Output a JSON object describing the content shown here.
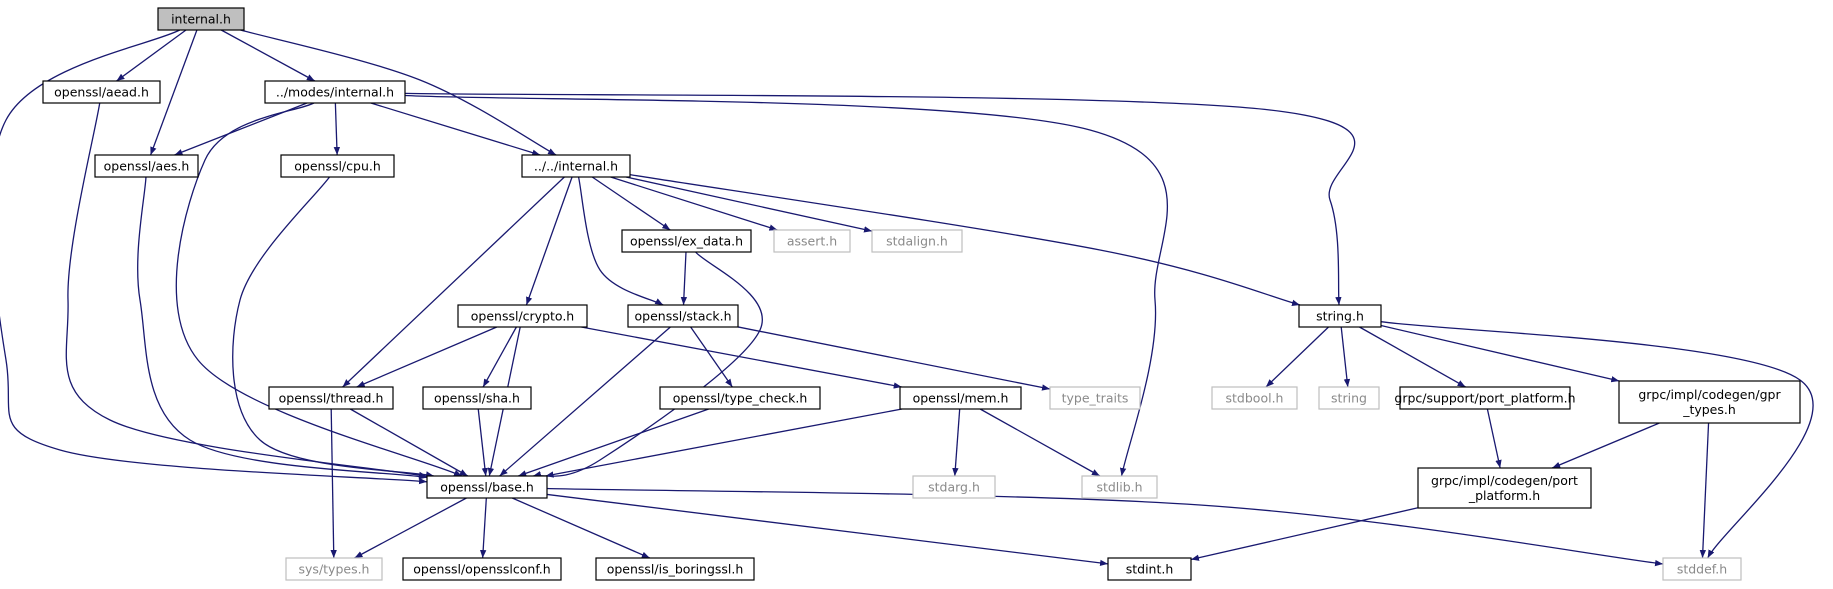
{
  "graph": {
    "nodes": [
      {
        "id": "internal_h",
        "label": "internal.h",
        "kind": "root"
      },
      {
        "id": "aead",
        "label": "openssl/aead.h",
        "kind": "file"
      },
      {
        "id": "modes_internal",
        "label": "../modes/internal.h",
        "kind": "file"
      },
      {
        "id": "aes",
        "label": "openssl/aes.h",
        "kind": "file"
      },
      {
        "id": "cpu",
        "label": "openssl/cpu.h",
        "kind": "file"
      },
      {
        "id": "up_internal",
        "label": "../../internal.h",
        "kind": "file"
      },
      {
        "id": "ex_data",
        "label": "openssl/ex_data.h",
        "kind": "file"
      },
      {
        "id": "assert",
        "label": "assert.h",
        "kind": "missing"
      },
      {
        "id": "stdalign",
        "label": "stdalign.h",
        "kind": "missing"
      },
      {
        "id": "string_h",
        "label": "string.h",
        "kind": "file"
      },
      {
        "id": "crypto",
        "label": "openssl/crypto.h",
        "kind": "file"
      },
      {
        "id": "stack",
        "label": "openssl/stack.h",
        "kind": "file"
      },
      {
        "id": "thread",
        "label": "openssl/thread.h",
        "kind": "file"
      },
      {
        "id": "sha",
        "label": "openssl/sha.h",
        "kind": "file"
      },
      {
        "id": "type_check",
        "label": "openssl/type_check.h",
        "kind": "file"
      },
      {
        "id": "mem",
        "label": "openssl/mem.h",
        "kind": "file"
      },
      {
        "id": "type_traits",
        "label": "type_traits",
        "kind": "missing"
      },
      {
        "id": "stdbool",
        "label": "stdbool.h",
        "kind": "missing"
      },
      {
        "id": "string",
        "label": "string",
        "kind": "missing"
      },
      {
        "id": "port_platform",
        "label": "grpc/support/port_platform.h",
        "kind": "file"
      },
      {
        "id": "gpr_types",
        "label": [
          "grpc/impl/codegen/gpr",
          "_types.h"
        ],
        "kind": "file"
      },
      {
        "id": "base",
        "label": "openssl/base.h",
        "kind": "file"
      },
      {
        "id": "stdarg",
        "label": "stdarg.h",
        "kind": "missing"
      },
      {
        "id": "stdlib",
        "label": "stdlib.h",
        "kind": "missing"
      },
      {
        "id": "codegen_port",
        "label": [
          "grpc/impl/codegen/port",
          "_platform.h"
        ],
        "kind": "file"
      },
      {
        "id": "sys_types",
        "label": "sys/types.h",
        "kind": "missing"
      },
      {
        "id": "opensslconf",
        "label": "openssl/opensslconf.h",
        "kind": "file"
      },
      {
        "id": "is_boringssl",
        "label": "openssl/is_boringssl.h",
        "kind": "file"
      },
      {
        "id": "stdint",
        "label": "stdint.h",
        "kind": "file"
      },
      {
        "id": "stddef",
        "label": "stddef.h",
        "kind": "missing"
      }
    ],
    "edges": [
      [
        "internal_h",
        "aead"
      ],
      [
        "internal_h",
        "modes_internal"
      ],
      [
        "internal_h",
        "aes"
      ],
      [
        "internal_h",
        "up_internal"
      ],
      [
        "internal_h",
        "base"
      ],
      [
        "aead",
        "base"
      ],
      [
        "modes_internal",
        "aes"
      ],
      [
        "modes_internal",
        "cpu"
      ],
      [
        "modes_internal",
        "up_internal"
      ],
      [
        "modes_internal",
        "string_h"
      ],
      [
        "modes_internal",
        "stdlib"
      ],
      [
        "modes_internal",
        "base"
      ],
      [
        "aes",
        "base"
      ],
      [
        "cpu",
        "base"
      ],
      [
        "up_internal",
        "ex_data"
      ],
      [
        "up_internal",
        "assert"
      ],
      [
        "up_internal",
        "stdalign"
      ],
      [
        "up_internal",
        "string_h"
      ],
      [
        "up_internal",
        "crypto"
      ],
      [
        "up_internal",
        "stack"
      ],
      [
        "up_internal",
        "thread"
      ],
      [
        "ex_data",
        "stack"
      ],
      [
        "ex_data",
        "base"
      ],
      [
        "crypto",
        "thread"
      ],
      [
        "crypto",
        "sha"
      ],
      [
        "crypto",
        "mem"
      ],
      [
        "crypto",
        "base"
      ],
      [
        "stack",
        "type_check"
      ],
      [
        "stack",
        "type_traits"
      ],
      [
        "stack",
        "base"
      ],
      [
        "string_h",
        "stdbool"
      ],
      [
        "string_h",
        "string"
      ],
      [
        "string_h",
        "port_platform"
      ],
      [
        "string_h",
        "gpr_types"
      ],
      [
        "string_h",
        "stddef"
      ],
      [
        "thread",
        "base"
      ],
      [
        "thread",
        "sys_types"
      ],
      [
        "sha",
        "base"
      ],
      [
        "type_check",
        "base"
      ],
      [
        "mem",
        "base"
      ],
      [
        "mem",
        "stdarg"
      ],
      [
        "mem",
        "stdlib"
      ],
      [
        "port_platform",
        "codegen_port"
      ],
      [
        "gpr_types",
        "codegen_port"
      ],
      [
        "gpr_types",
        "stddef"
      ],
      [
        "codegen_port",
        "stdint"
      ],
      [
        "base",
        "sys_types"
      ],
      [
        "base",
        "opensslconf"
      ],
      [
        "base",
        "is_boringssl"
      ],
      [
        "base",
        "stdint"
      ],
      [
        "base",
        "stddef"
      ]
    ]
  }
}
